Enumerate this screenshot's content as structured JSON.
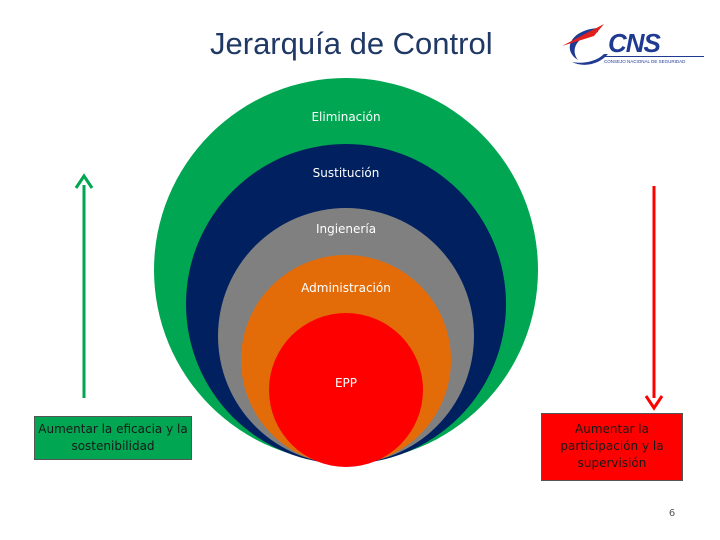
{
  "title": "Jerarquía de Control",
  "logo": {
    "text": "CNS",
    "subtitle": "CONSEJO NACIONAL DE SEGURIDAD"
  },
  "layers": [
    {
      "label": "Eliminación",
      "color": "#00a651"
    },
    {
      "label": "Sustitución",
      "color": "#002060"
    },
    {
      "label": "Ingienería",
      "color": "#808080"
    },
    {
      "label": "Administración",
      "color": "#e36c09"
    },
    {
      "label": "EPP",
      "color": "#ff0000"
    }
  ],
  "left_arrow": {
    "label": "Aumentar la eficacia y la sostenibilidad",
    "color": "#00a651"
  },
  "right_arrow": {
    "label": "Aumentar la participación y la supervisión",
    "color": "#ff0000"
  },
  "page_number": "6"
}
